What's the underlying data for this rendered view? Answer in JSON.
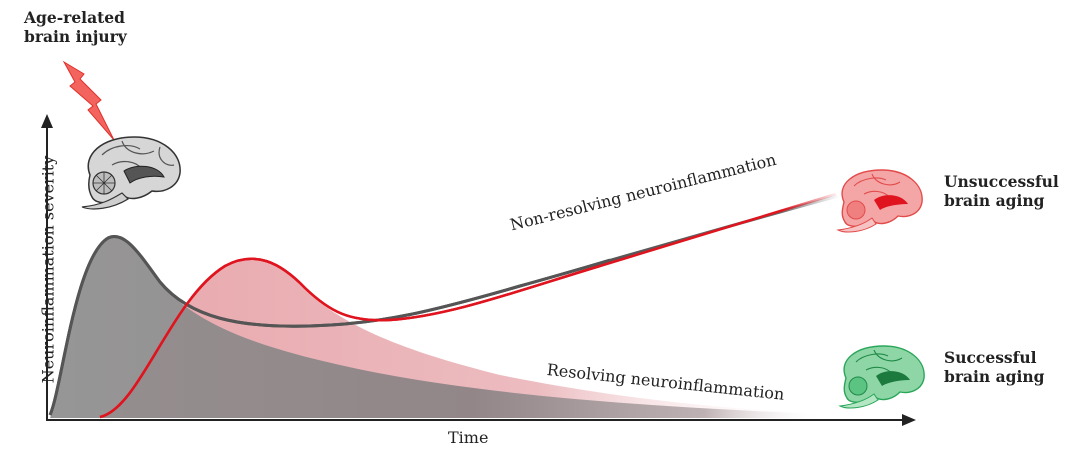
{
  "header": {
    "injury_label": "Age-related\nbrain injury"
  },
  "axes": {
    "x_label": "Time",
    "y_label": "Neuroinflammation severity"
  },
  "curves": {
    "non_resolving_label": "Non-resolving neuroinflammation",
    "resolving_label": "Resolving neuroinflammation"
  },
  "outcomes": {
    "unsuccessful_label": "Unsuccessful\nbrain aging",
    "successful_label": "Successful\nbrain aging"
  },
  "colors": {
    "injury_bolt": "#f0504a",
    "gray_curve": "#555555",
    "gray_fill": "#8a8a8a",
    "red_curve": "#e0141e",
    "pink_fill": "#e6a3a8",
    "successful_brain": "#2aa65a",
    "unsuccessful_brain": "#ee4a4a"
  }
}
